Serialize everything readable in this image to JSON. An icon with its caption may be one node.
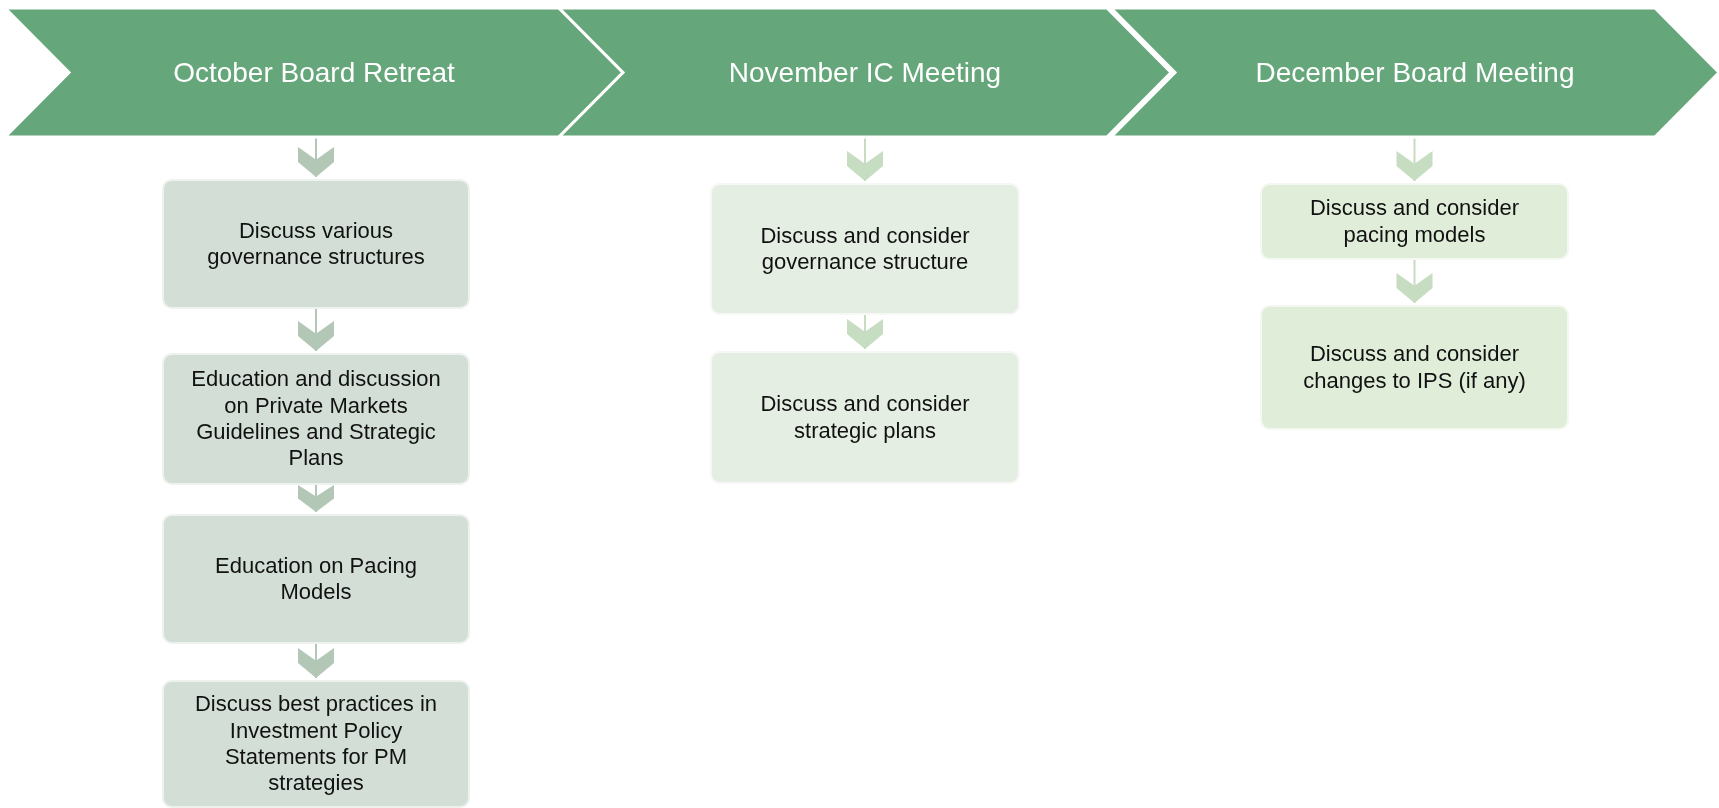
{
  "diagram": {
    "nodes": [
      {
        "text": [
          "October Board Retreat"
        ]
      },
      {
        "text": [
          "November IC Meeting"
        ]
      },
      {
        "text": [
          "December Board Meeting"
        ]
      },
      {
        "text": [
          "Discuss various governance structures"
        ]
      },
      {
        "text": [
          "Education and discussion on Private Markets Guidelines and Strategic Plans"
        ]
      },
      {
        "text": [
          "Education on Pacing Models"
        ]
      },
      {
        "text": [
          "Discuss best practices in Investment Policy Statements for PM strategies"
        ]
      },
      {
        "text": [
          "Discuss and consider governance structure"
        ]
      },
      {
        "text": [
          "Discuss and consider strategic plans"
        ]
      },
      {
        "text": [
          "Discuss and consider pacing models"
        ]
      },
      {
        "text": [
          "Discuss and consider changes to IPS (if any)"
        ]
      }
    ],
    "edges": [
      {
        "from": 0,
        "to": 3,
        "arrow": "to"
      },
      {
        "from": 3,
        "to": 4,
        "arrow": "to"
      },
      {
        "from": 4,
        "to": 5,
        "arrow": "to"
      },
      {
        "from": 5,
        "to": 6,
        "arrow": "to"
      },
      {
        "from": 1,
        "to": 7,
        "arrow": "to",
        "color": "#c6ddc2"
      },
      {
        "from": 7,
        "to": 8,
        "arrow": "to",
        "color": "#c6ddc2"
      },
      {
        "from": 2,
        "to": 9,
        "arrow": "to",
        "color": "#c6ddc2"
      },
      {
        "from": 9,
        "to": 10,
        "arrow": "to",
        "color": "#c6ddc2"
      }
    ]
  }
}
